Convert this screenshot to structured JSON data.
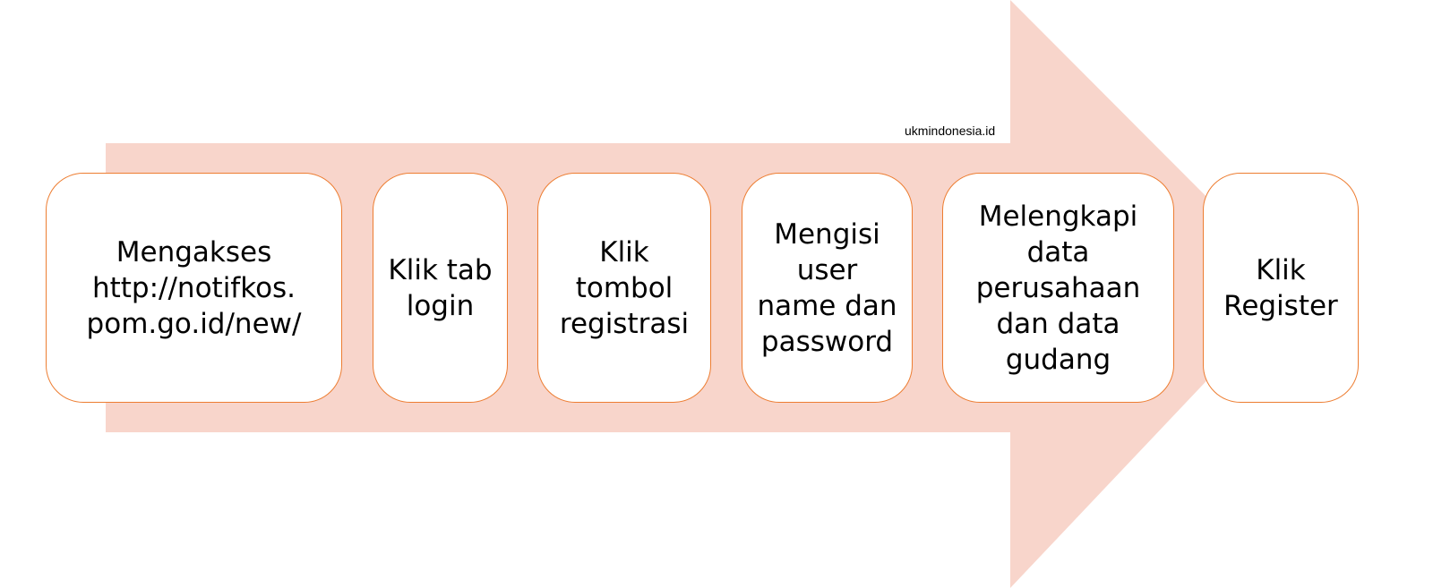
{
  "diagram": {
    "watermark": "ukmindonesia.id",
    "arrow_color": "#f8d5cb",
    "box_border_color": "#ed7d31",
    "steps": [
      {
        "label": "Mengakses\nhttp://notifkos.\npom.go.id/new/"
      },
      {
        "label": "Klik tab\nlogin"
      },
      {
        "label": "Klik\ntombol\nregistrasi"
      },
      {
        "label": "Mengisi\nuser\nname dan\npassword"
      },
      {
        "label": "Melengkapi\ndata\nperusahaan\ndan data\ngudang"
      },
      {
        "label": "Klik\nRegister"
      }
    ]
  }
}
